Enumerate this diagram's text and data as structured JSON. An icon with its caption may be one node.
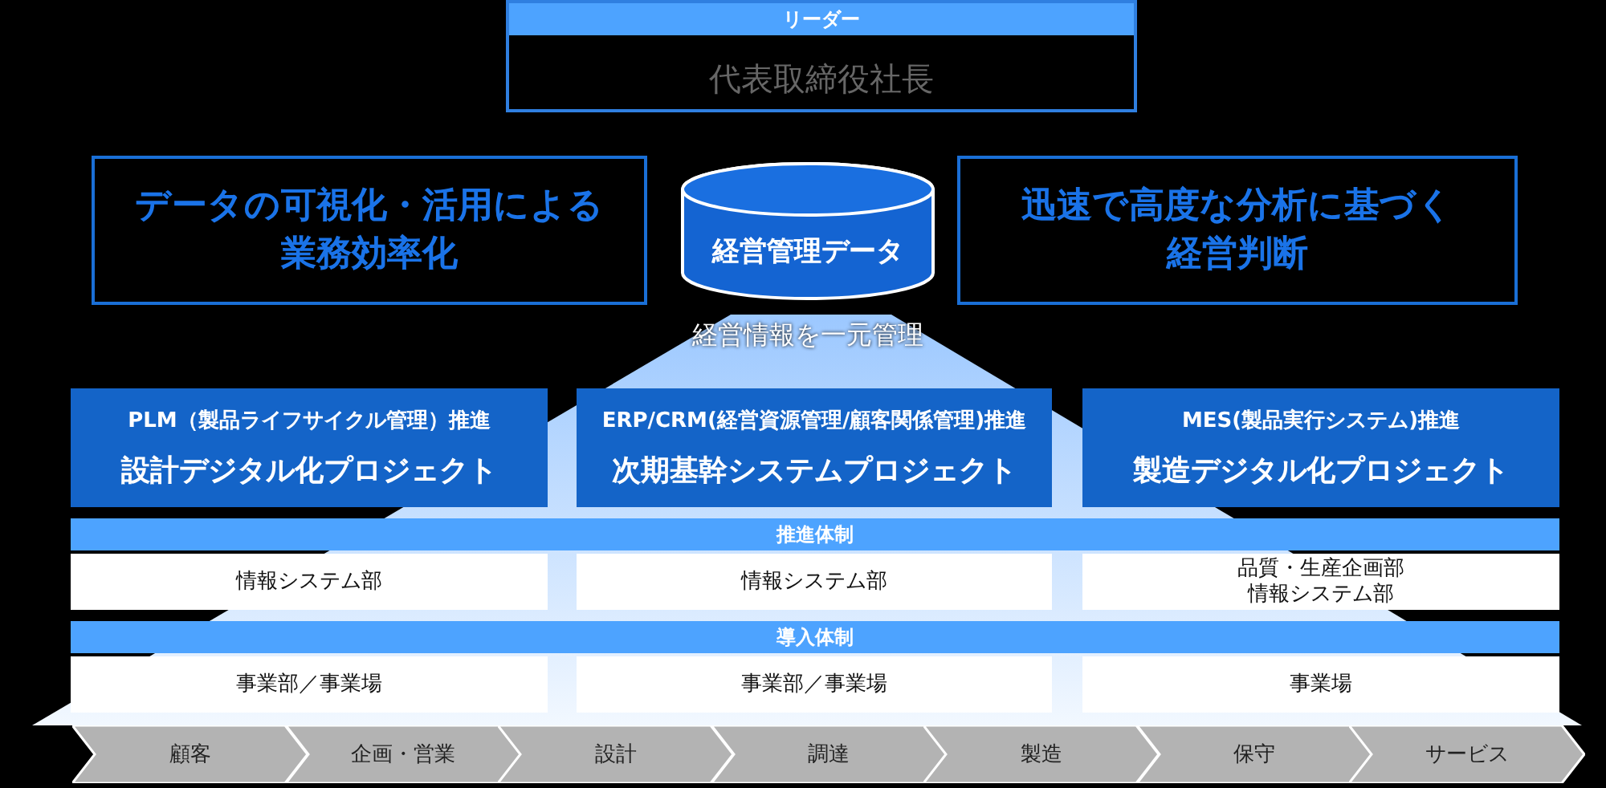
{
  "diagram": {
    "nodes": [
      {
        "text": [
          "リーダー",
          "代表取締役社長"
        ]
      },
      {
        "text": [
          "データの可視化・活用による業務効率化"
        ]
      },
      {
        "text": [
          "経営管理データ"
        ],
        "beside": [
          "経営情報を一元管理"
        ]
      },
      {
        "text": [
          "迅速で高度な分析に基づく経営判断"
        ]
      },
      {
        "text": [
          "PLM（製品ライフサイクル管理）推進",
          "設計デジタル化プロジェクト"
        ]
      },
      {
        "text": [
          "ERP/CRM(経営資源管理/顧客関係管理)推進",
          "次期基幹システムプロジェクト"
        ]
      },
      {
        "text": [
          "MES(製品実行システム)推進",
          "製造デジタル化プロジェクト"
        ]
      },
      {
        "text": [
          "推進体制"
        ]
      },
      {
        "text": [
          "情報システム部"
        ]
      },
      {
        "text": [
          "情報システム部"
        ]
      },
      {
        "text": [
          "品質・生産企画部",
          "情報システム部"
        ]
      },
      {
        "text": [
          "導入体制"
        ]
      },
      {
        "text": [
          "事業部／事業場"
        ]
      },
      {
        "text": [
          "事業部／事業場"
        ]
      },
      {
        "text": [
          "事業場"
        ]
      },
      {
        "text": [
          "顧客"
        ]
      },
      {
        "text": [
          "企画・営業"
        ]
      },
      {
        "text": [
          "設計"
        ]
      },
      {
        "text": [
          "調達"
        ]
      },
      {
        "text": [
          "製造"
        ]
      },
      {
        "text": [
          "保守"
        ]
      },
      {
        "text": [
          "サービス"
        ]
      }
    ],
    "edges": []
  }
}
